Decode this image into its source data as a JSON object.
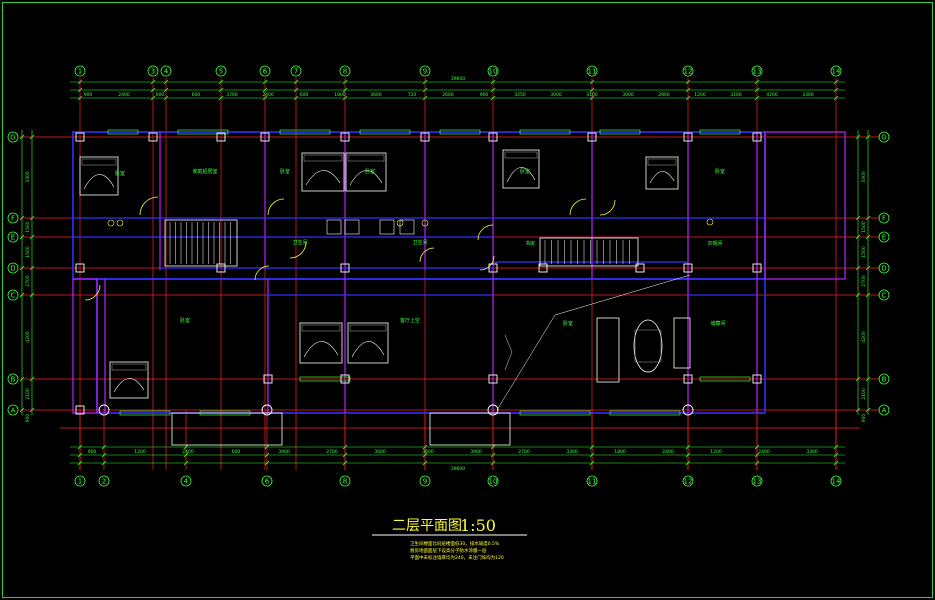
{
  "drawing": {
    "title": "二层平面图",
    "scale": "1:50",
    "notes": [
      "卫生间楼面比同层楼面低30，排水坡度0.5%",
      "厨房地面面层下设高分子防水涂膜一层",
      "平面中未标注墙厚均为240，未注门垛均为120"
    ]
  },
  "axes": {
    "top": [
      "1",
      "3",
      "4",
      "5",
      "6",
      "7",
      "8",
      "9",
      "10",
      "11",
      "12",
      "13",
      "14"
    ],
    "bottom": [
      "1",
      "2",
      "4",
      "6",
      "8",
      "9",
      "10",
      "11",
      "12",
      "13",
      "14"
    ],
    "left": [
      "G",
      "F",
      "E",
      "D",
      "C",
      "B",
      "A"
    ],
    "right": [
      "G",
      "F",
      "E",
      "D",
      "C",
      "B",
      "A"
    ]
  },
  "dimensions": {
    "overall_top": "39600",
    "overall_bottom": "39600",
    "top_row": [
      "900",
      "2400",
      "600",
      "600",
      "3700",
      "2400",
      "600",
      "1800",
      "3600",
      "720",
      "2600",
      "900",
      "3250",
      "3000",
      "3100",
      "3000",
      "2800",
      "1200",
      "3100",
      "4700",
      "3300"
    ],
    "bottom_row": [
      "900",
      "1200",
      "2400",
      "600",
      "3900",
      "2700",
      "3600",
      "3600",
      "3900",
      "2700",
      "3300",
      "1800",
      "2400",
      "1200",
      "2400",
      "3300"
    ],
    "left_col": [
      "3300",
      "1500",
      "1500",
      "2700",
      "4200",
      "2100",
      "900"
    ],
    "right_col": [
      "3300",
      "1500",
      "1500",
      "2700",
      "4200",
      "2100",
      "900"
    ]
  },
  "rooms": [
    {
      "key": "bedroom_1",
      "label": "卧室"
    },
    {
      "key": "lounge",
      "label": "家庭起居室"
    },
    {
      "key": "bedroom_2",
      "label": "卧室"
    },
    {
      "key": "bedroom_3",
      "label": "卧室"
    },
    {
      "key": "bedroom_4",
      "label": "卧室"
    },
    {
      "key": "bath_1",
      "label": "卫生间"
    },
    {
      "key": "bath_2",
      "label": "卫生间"
    },
    {
      "key": "study",
      "label": "书房"
    },
    {
      "key": "bedroom_5",
      "label": "卧室"
    },
    {
      "key": "bedroom_6",
      "label": "卧室"
    },
    {
      "key": "living",
      "label": "客厅上空"
    },
    {
      "key": "bedroom_7",
      "label": "卧室"
    },
    {
      "key": "storage",
      "label": "储藏间"
    },
    {
      "key": "cloak",
      "label": "衣帽间"
    }
  ],
  "colors": {
    "background": "#000000",
    "grid_axis": "#ff2020",
    "dimension": "#39ff39",
    "wall": "#3030ff",
    "partition": "#c020ff",
    "text_yellow": "#ffff33",
    "furniture": "#ffffff",
    "column": "#ffffff",
    "window": "#39ff39"
  }
}
